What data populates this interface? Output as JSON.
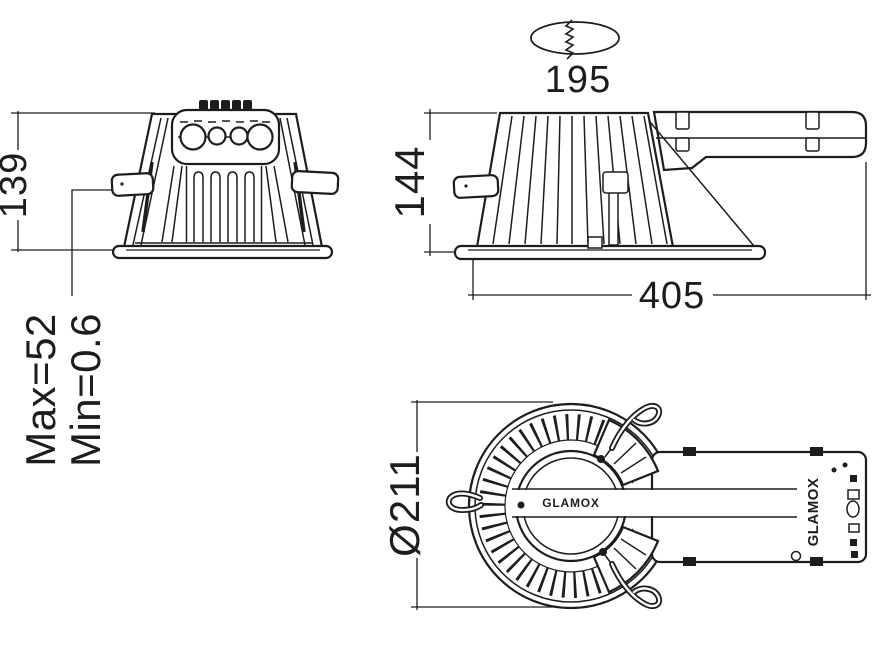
{
  "colors": {
    "background": "#ffffff",
    "line": "#1d1d1b"
  },
  "dimensions": {
    "recessed_height": "139",
    "ceiling_thickness_max": "Max=52",
    "ceiling_thickness_min": "Min=0.6",
    "ceiling_cutout": "195",
    "total_height": "144",
    "total_length": "405",
    "diameter": "Ø211"
  },
  "labels": {
    "brand": "GLAMOX",
    "driver": "GLAMOX"
  }
}
